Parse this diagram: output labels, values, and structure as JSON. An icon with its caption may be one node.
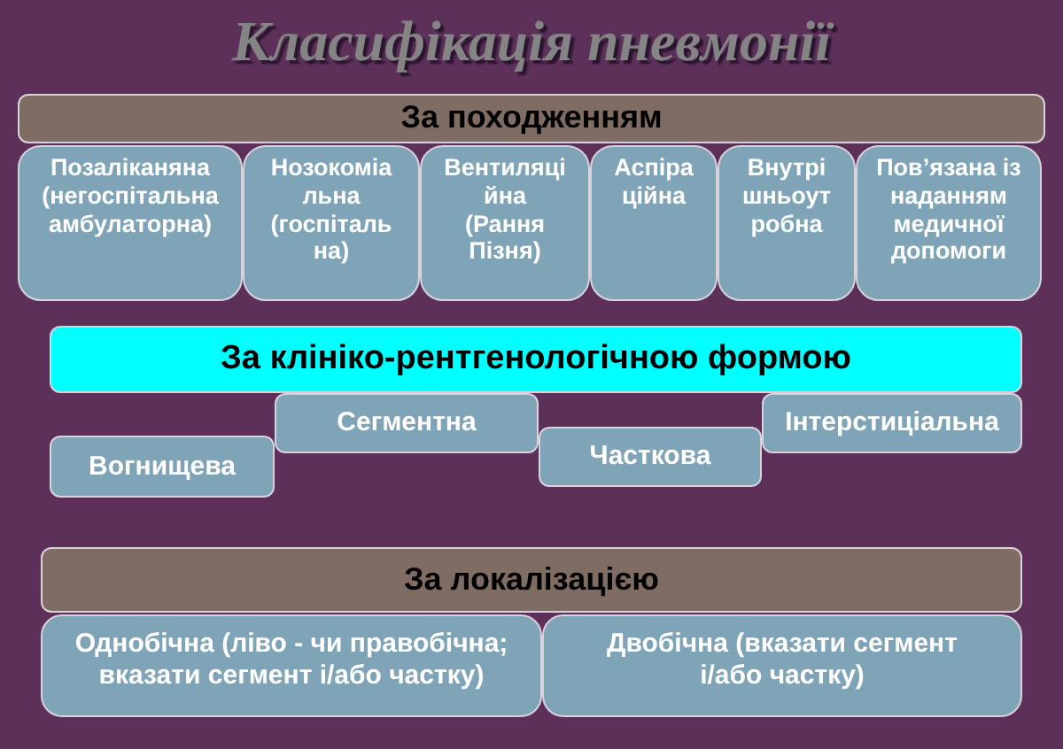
{
  "diagram": {
    "title": "Класифікація пневмонії",
    "nodes": [
      {
        "text": [
          "За походженням"
        ]
      },
      {
        "text": [
          "Позаліканяна (негоспітальна амбулаторна)"
        ]
      },
      {
        "text": [
          "Нозокоміа льна (госпіталь на)"
        ]
      },
      {
        "text": [
          "Вентиляці йна (Рання Пізня)"
        ]
      },
      {
        "text": [
          "Аспіра ційна"
        ]
      },
      {
        "text": [
          "Внутрі шньоут робна"
        ]
      },
      {
        "text": [
          "Пов’язана із наданням медичної допомоги"
        ]
      },
      {
        "text": [
          "За клініко-рентгенологічною формою"
        ]
      },
      {
        "text": [
          "Вогнищева"
        ]
      },
      {
        "text": [
          "Сегментна"
        ]
      },
      {
        "text": [
          "Часткова"
        ]
      },
      {
        "text": [
          "Інтерстиціальна"
        ]
      },
      {
        "text": [
          "За локалізацією"
        ]
      },
      {
        "text": [
          "Однобічна (ліво - чи правобічна; вказати сегмент і/або частку)"
        ]
      },
      {
        "text": [
          "Двобічна (вказати сегмент і/або частку)"
        ]
      }
    ]
  }
}
